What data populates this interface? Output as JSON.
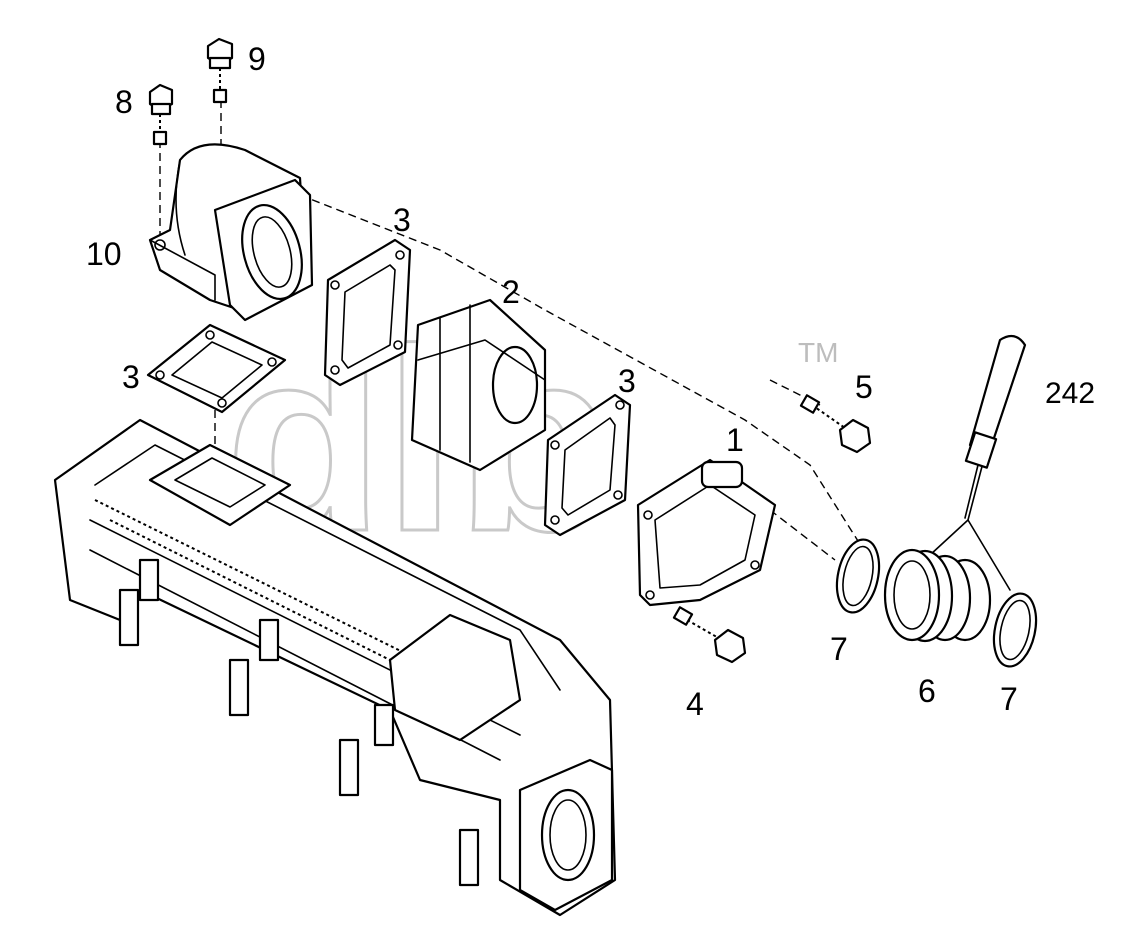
{
  "diagram": {
    "labels": {
      "p1": "1",
      "p2": "2",
      "p3a": "3",
      "p3b": "3",
      "p3c": "3",
      "p4": "4",
      "p5": "5",
      "p6": "6",
      "p7a": "7",
      "p7b": "7",
      "p8": "8",
      "p9": "9",
      "p10": "10",
      "p242": "242"
    },
    "watermark": {
      "text": "dlb",
      "tm": "TM"
    }
  }
}
